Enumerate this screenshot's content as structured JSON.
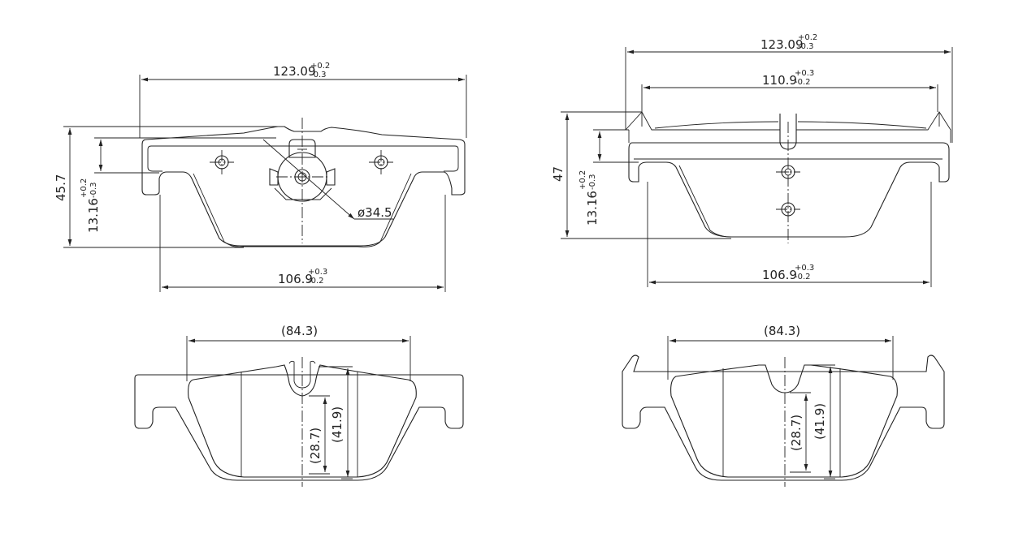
{
  "colors": {
    "line": "#222222",
    "background": "#ffffff"
  },
  "views": {
    "front_left": {
      "overall_width": {
        "value": "123.09",
        "tol_upper": "+0.2",
        "tol_lower": "-0.3"
      },
      "bottom_width": {
        "value": "106.9",
        "tol_upper": "+0.3",
        "tol_lower": "-0.2"
      },
      "height": "45.7",
      "sensor_height": {
        "value": "13.16",
        "tol_upper": "+0.2",
        "tol_lower": "-0.3"
      },
      "diameter": "ø34.5"
    },
    "front_right": {
      "overall_width": {
        "value": "123.09",
        "tol_upper": "+0.2",
        "tol_lower": "-0.3"
      },
      "plate_width": {
        "value": "110.9",
        "tol_upper": "+0.3",
        "tol_lower": "-0.2"
      },
      "bottom_width": {
        "value": "106.9",
        "tol_upper": "+0.3",
        "tol_lower": "-0.2"
      },
      "height": "47",
      "sensor_height": {
        "value": "13.16",
        "tol_upper": "+0.2",
        "tol_lower": "-0.3"
      }
    },
    "back_left": {
      "width": "(84.3)",
      "inner_height": "(28.7)",
      "pad_height": "(41.9)"
    },
    "back_right": {
      "width": "(84.3)",
      "inner_height": "(28.7)",
      "pad_height": "(41.9)"
    }
  }
}
